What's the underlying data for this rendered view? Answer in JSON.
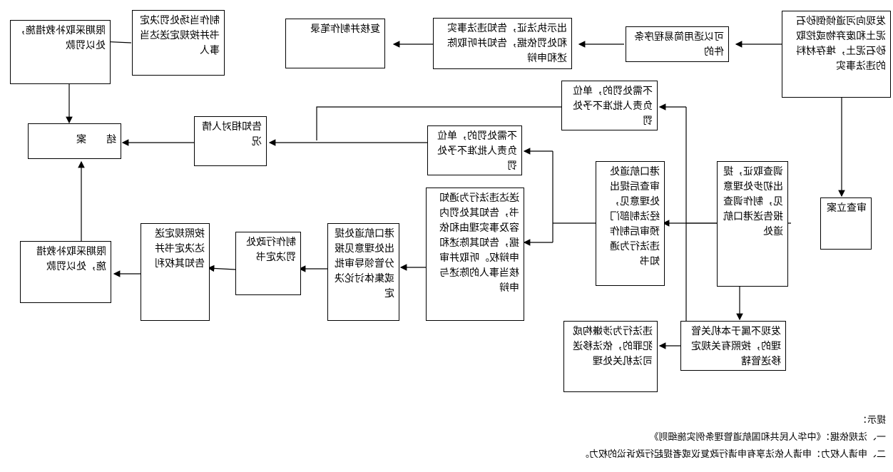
{
  "nodes": {
    "discover": "发现向河道倾倒砂石泥土和废弃物或挖取砂石泥土，堆存材料的违法事实",
    "simple_procedure": "可以适用简易程序条件的",
    "issue_ticket": "出示执法证，告知违法事实和处罚依据，告知并听取陈述和申辩",
    "review_record": "复核并制作笔录",
    "onsite_decision": "制作当场处罚决定书并按规定送达当事人",
    "remedy_top": "限期采取补救措施，处以罚款",
    "close_case": "结　　案",
    "inform_party": "告知相对人情况",
    "no_penalty_top": "不需处罚的，单位负责人批准不予处罚",
    "no_penalty_mid": "不需处罚的，单位负责人批准不予处罚",
    "register": "审查立案",
    "investigate": "调查取证，提出初步处理意见，制作调查报告送港口航道处",
    "port_review": "港口航道处审查后提出处理意见，经法制部门预审后制作违法行为通知书",
    "criminal": "违法行为涉嫌构成犯罪的，依法移送司法机关处理",
    "not_jurisdiction": "发现不属于本机关管理的，按照有关规定移送管辖",
    "send_notice": "送达违法行为通知书，告知其处罚内容及事实理由和依据，告知其陈述和申辩权。听取并审核当事人的陈述与申辩",
    "collective": "港口航道处提出处理意见报分管领导审批或集体讨论决定",
    "make_decision": "制作行政处罚决定书",
    "deliver_decision": "按照规定送达决定书并告知其权利",
    "remedy_bottom": "限期采取补救措施，处以罚款"
  },
  "notes": {
    "heading": "提示：",
    "line1": "一、法规依据：《中华人民共和国航道管理条例实施细则》",
    "line2": "二、申请人权力：申请人依法享有申请行政复议或者提起行政诉讼的权力。"
  }
}
